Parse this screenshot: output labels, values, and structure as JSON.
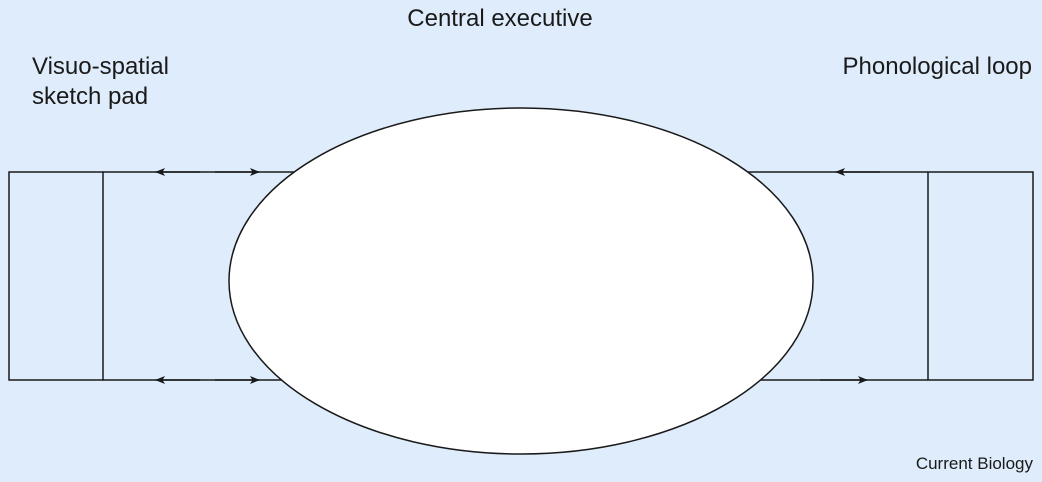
{
  "diagram": {
    "central_executive": "Central executive",
    "visuo_spatial_line1": "Visuo-spatial",
    "visuo_spatial_line2": "sketch pad",
    "phonological_loop": "Phonological loop"
  },
  "credit": "Current Biology",
  "colors": {
    "background": "#dfecfb",
    "line": "#1a1a1a",
    "ellipse_fill": "#ffffff"
  }
}
